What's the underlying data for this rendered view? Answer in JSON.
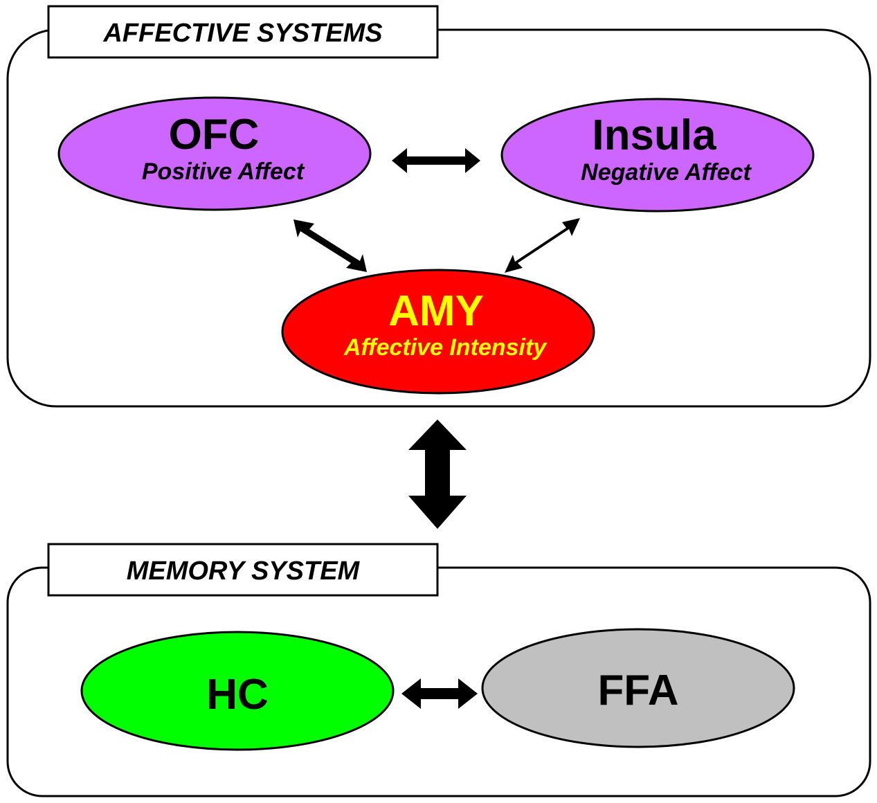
{
  "affective_panel": {
    "title": "AFFECTIVE SYSTEMS"
  },
  "memory_panel": {
    "title": "MEMORY SYSTEM"
  },
  "nodes": {
    "ofc": {
      "name": "OFC",
      "subtitle": "Positive Affect",
      "color": "#cc66ff",
      "text_color": "#000000"
    },
    "insula": {
      "name": "Insula",
      "subtitle": "Negative Affect",
      "color": "#cc66ff",
      "text_color": "#000000"
    },
    "amy": {
      "name": "AMY",
      "subtitle": "Affective Intensity",
      "color": "#ff0000",
      "text_color": "#ffff00"
    },
    "hc": {
      "name": "HC",
      "color": "#00ff00",
      "text_color": "#000000"
    },
    "ffa": {
      "name": "FFA",
      "color": "#c0c0c0",
      "text_color": "#000000"
    }
  },
  "connections": [
    {
      "from": "OFC",
      "to": "Insula",
      "direction": "bidirectional"
    },
    {
      "from": "OFC",
      "to": "AMY",
      "direction": "bidirectional"
    },
    {
      "from": "Insula",
      "to": "AMY",
      "direction": "bidirectional"
    },
    {
      "from": "AFFECTIVE SYSTEMS",
      "to": "MEMORY SYSTEM",
      "direction": "bidirectional"
    },
    {
      "from": "HC",
      "to": "FFA",
      "direction": "bidirectional"
    }
  ]
}
